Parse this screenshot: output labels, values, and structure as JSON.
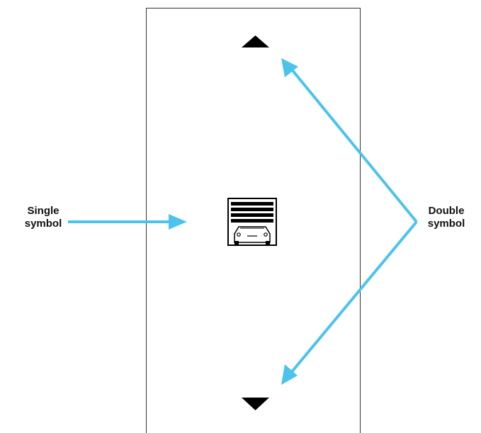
{
  "labels": {
    "single": {
      "line1": "Single",
      "line2": "symbol"
    },
    "double": {
      "line1": "Double",
      "line2": "symbol"
    }
  },
  "colors": {
    "arrow": "#4cc3ec",
    "panel_border": "#333333",
    "symbol": "#000000"
  },
  "icons": {
    "up": "up-triangle-icon",
    "down": "down-triangle-icon",
    "center": "garage-door-car-icon"
  }
}
